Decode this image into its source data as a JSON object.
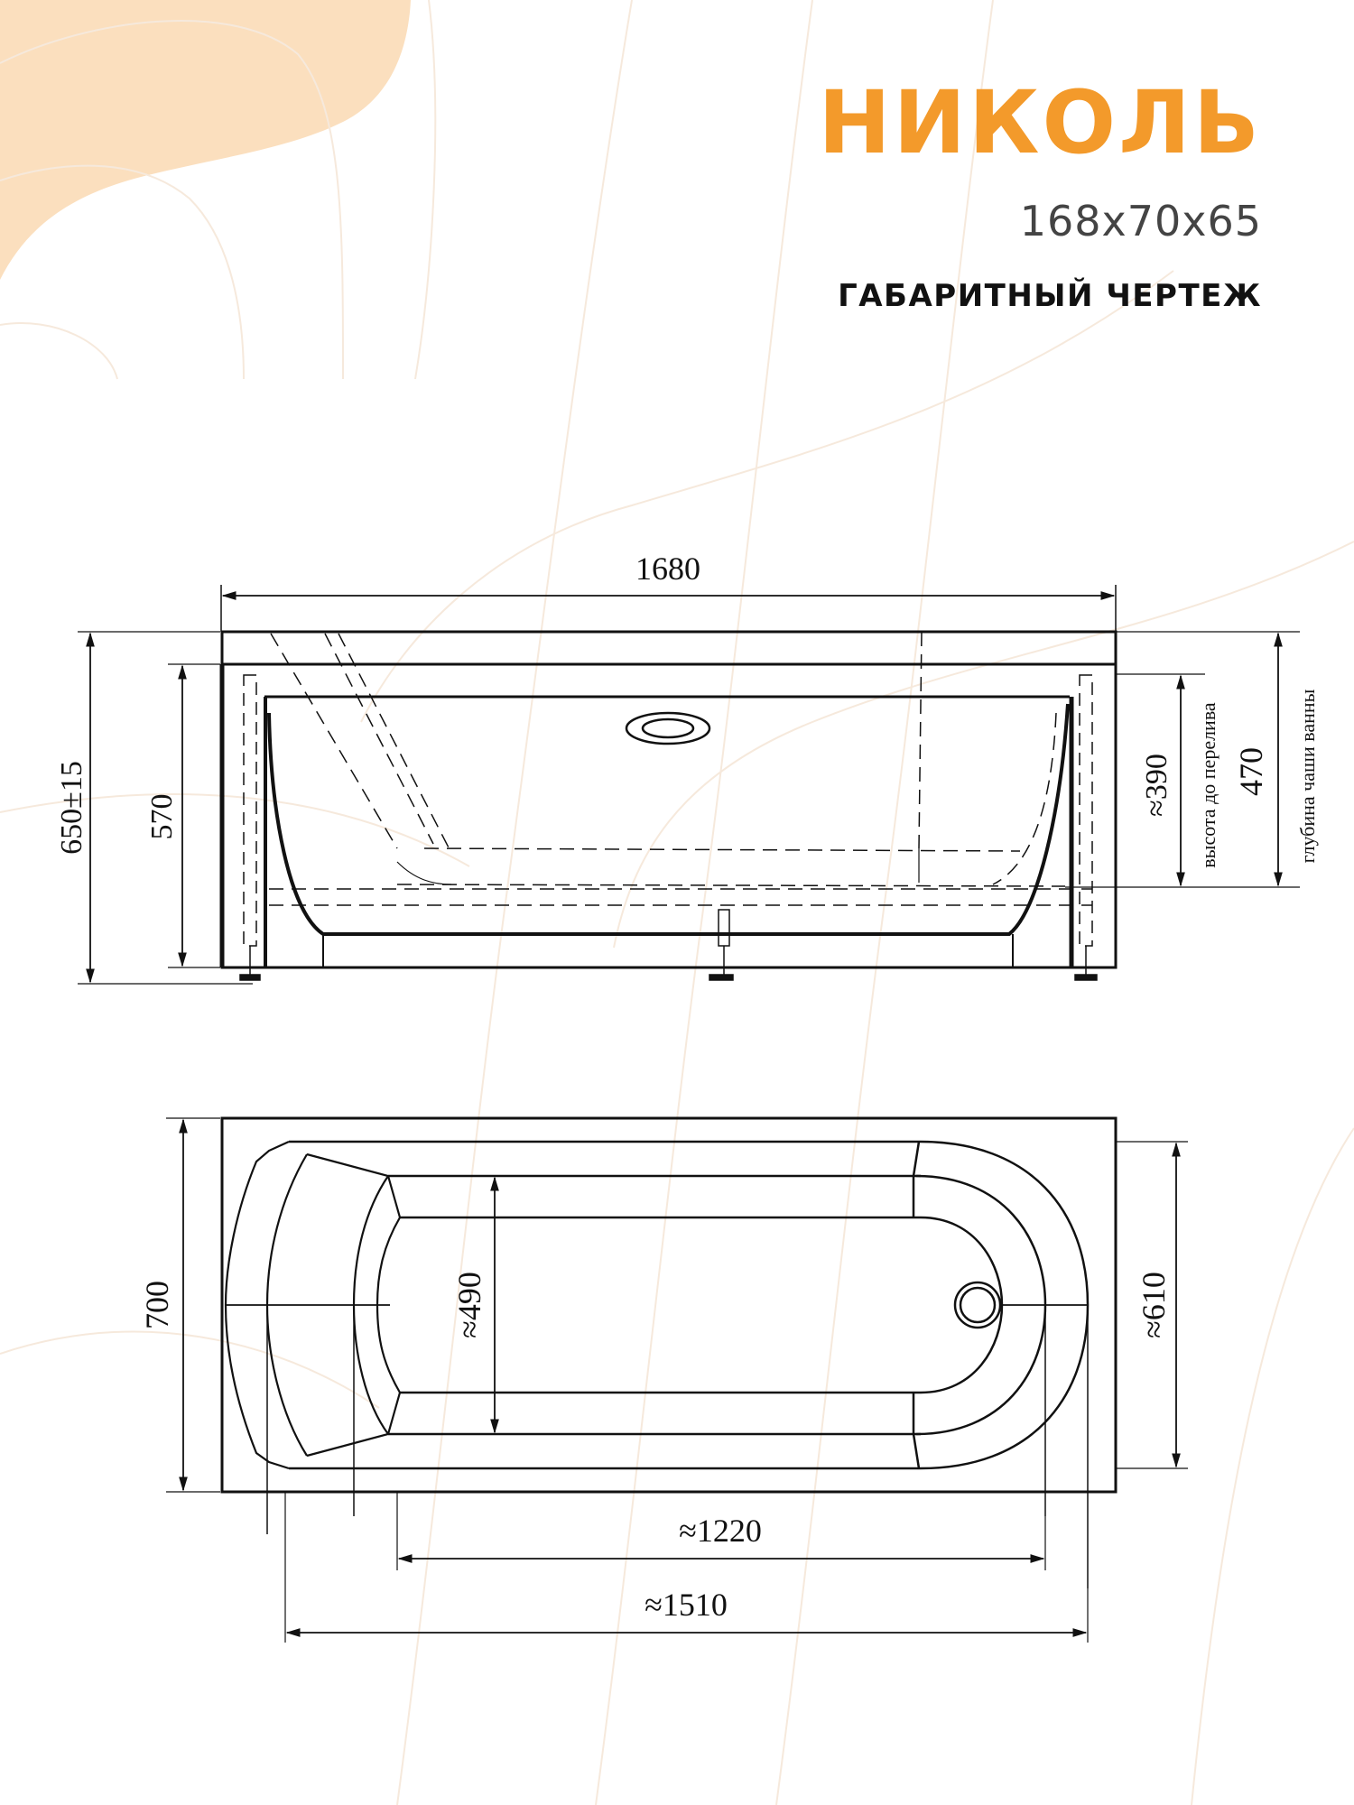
{
  "colors": {
    "accent": "#F39A2B",
    "blob": "#FBDFBE",
    "line": "#111111",
    "background": "#FFFFFF",
    "bg_curves": "#F6E9DC"
  },
  "header": {
    "title": "НИКОЛЬ",
    "size": "168x70x65",
    "caption": "ГАБАРИТНЫЙ ЧЕРТЕЖ"
  },
  "side_view": {
    "overall_length": "1680",
    "total_height": "650±15",
    "body_height": "570",
    "overflow_height": "≈390",
    "overflow_label": "высота до перелива",
    "bowl_depth": "470",
    "bowl_depth_label": "глубина чаши ванны"
  },
  "top_view": {
    "width": "700",
    "inner_width_head": "≈490",
    "inner_width_foot": "≈610",
    "inner_length": "≈1220",
    "bowl_length": "≈1510"
  }
}
